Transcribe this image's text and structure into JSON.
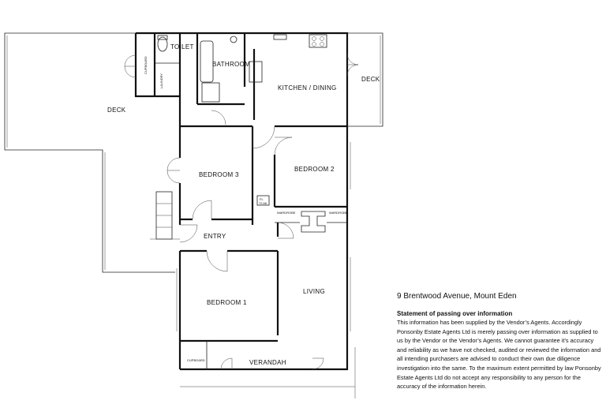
{
  "rooms": {
    "toilet": "TOILET",
    "bathroom": "BATHROOM",
    "kitchen_dining": "KITCHEN  /  DINING",
    "deck_left": "DECK",
    "deck_right": "DECK",
    "bedroom3": "BEDROOM 3",
    "bedroom2": "BEDROOM  2",
    "entry": "ENTRY",
    "bedroom1": "BEDROOM  1",
    "living": "LIVING",
    "verandah": "VERANDAH"
  },
  "small_labels": {
    "cupboard_top": "CUPBOARD",
    "laundry": "LAUNDRY",
    "wardrobe_left": "WARDROBE",
    "wardrobe_right": "WARDROBE",
    "cupboard_bottom": "CUPBOARD",
    "fl_tag_line1": "FL",
    "fl_tag_line2": "72.66"
  },
  "info": {
    "address": "9 Brentwood Avenue, Mount Eden",
    "heading": "Statement of passing over information",
    "body": "This information has been supplied by the Vendor’s Agents. Accordingly Ponsonby Estate Agents Ltd is merely passing over information as supplied to us by the Vendor or the Vendor’s Agents. We cannot guarantee it’s accuracy and reliability as we have not checked, audited or reviewed the information and all intending purchasers are advised to conduct their own due diligence investigation into the same. To the maximum extent permitted by law Ponsonby Estate Agents Ltd do not accept any responsibility to any person for the accuracy of the information herein."
  }
}
